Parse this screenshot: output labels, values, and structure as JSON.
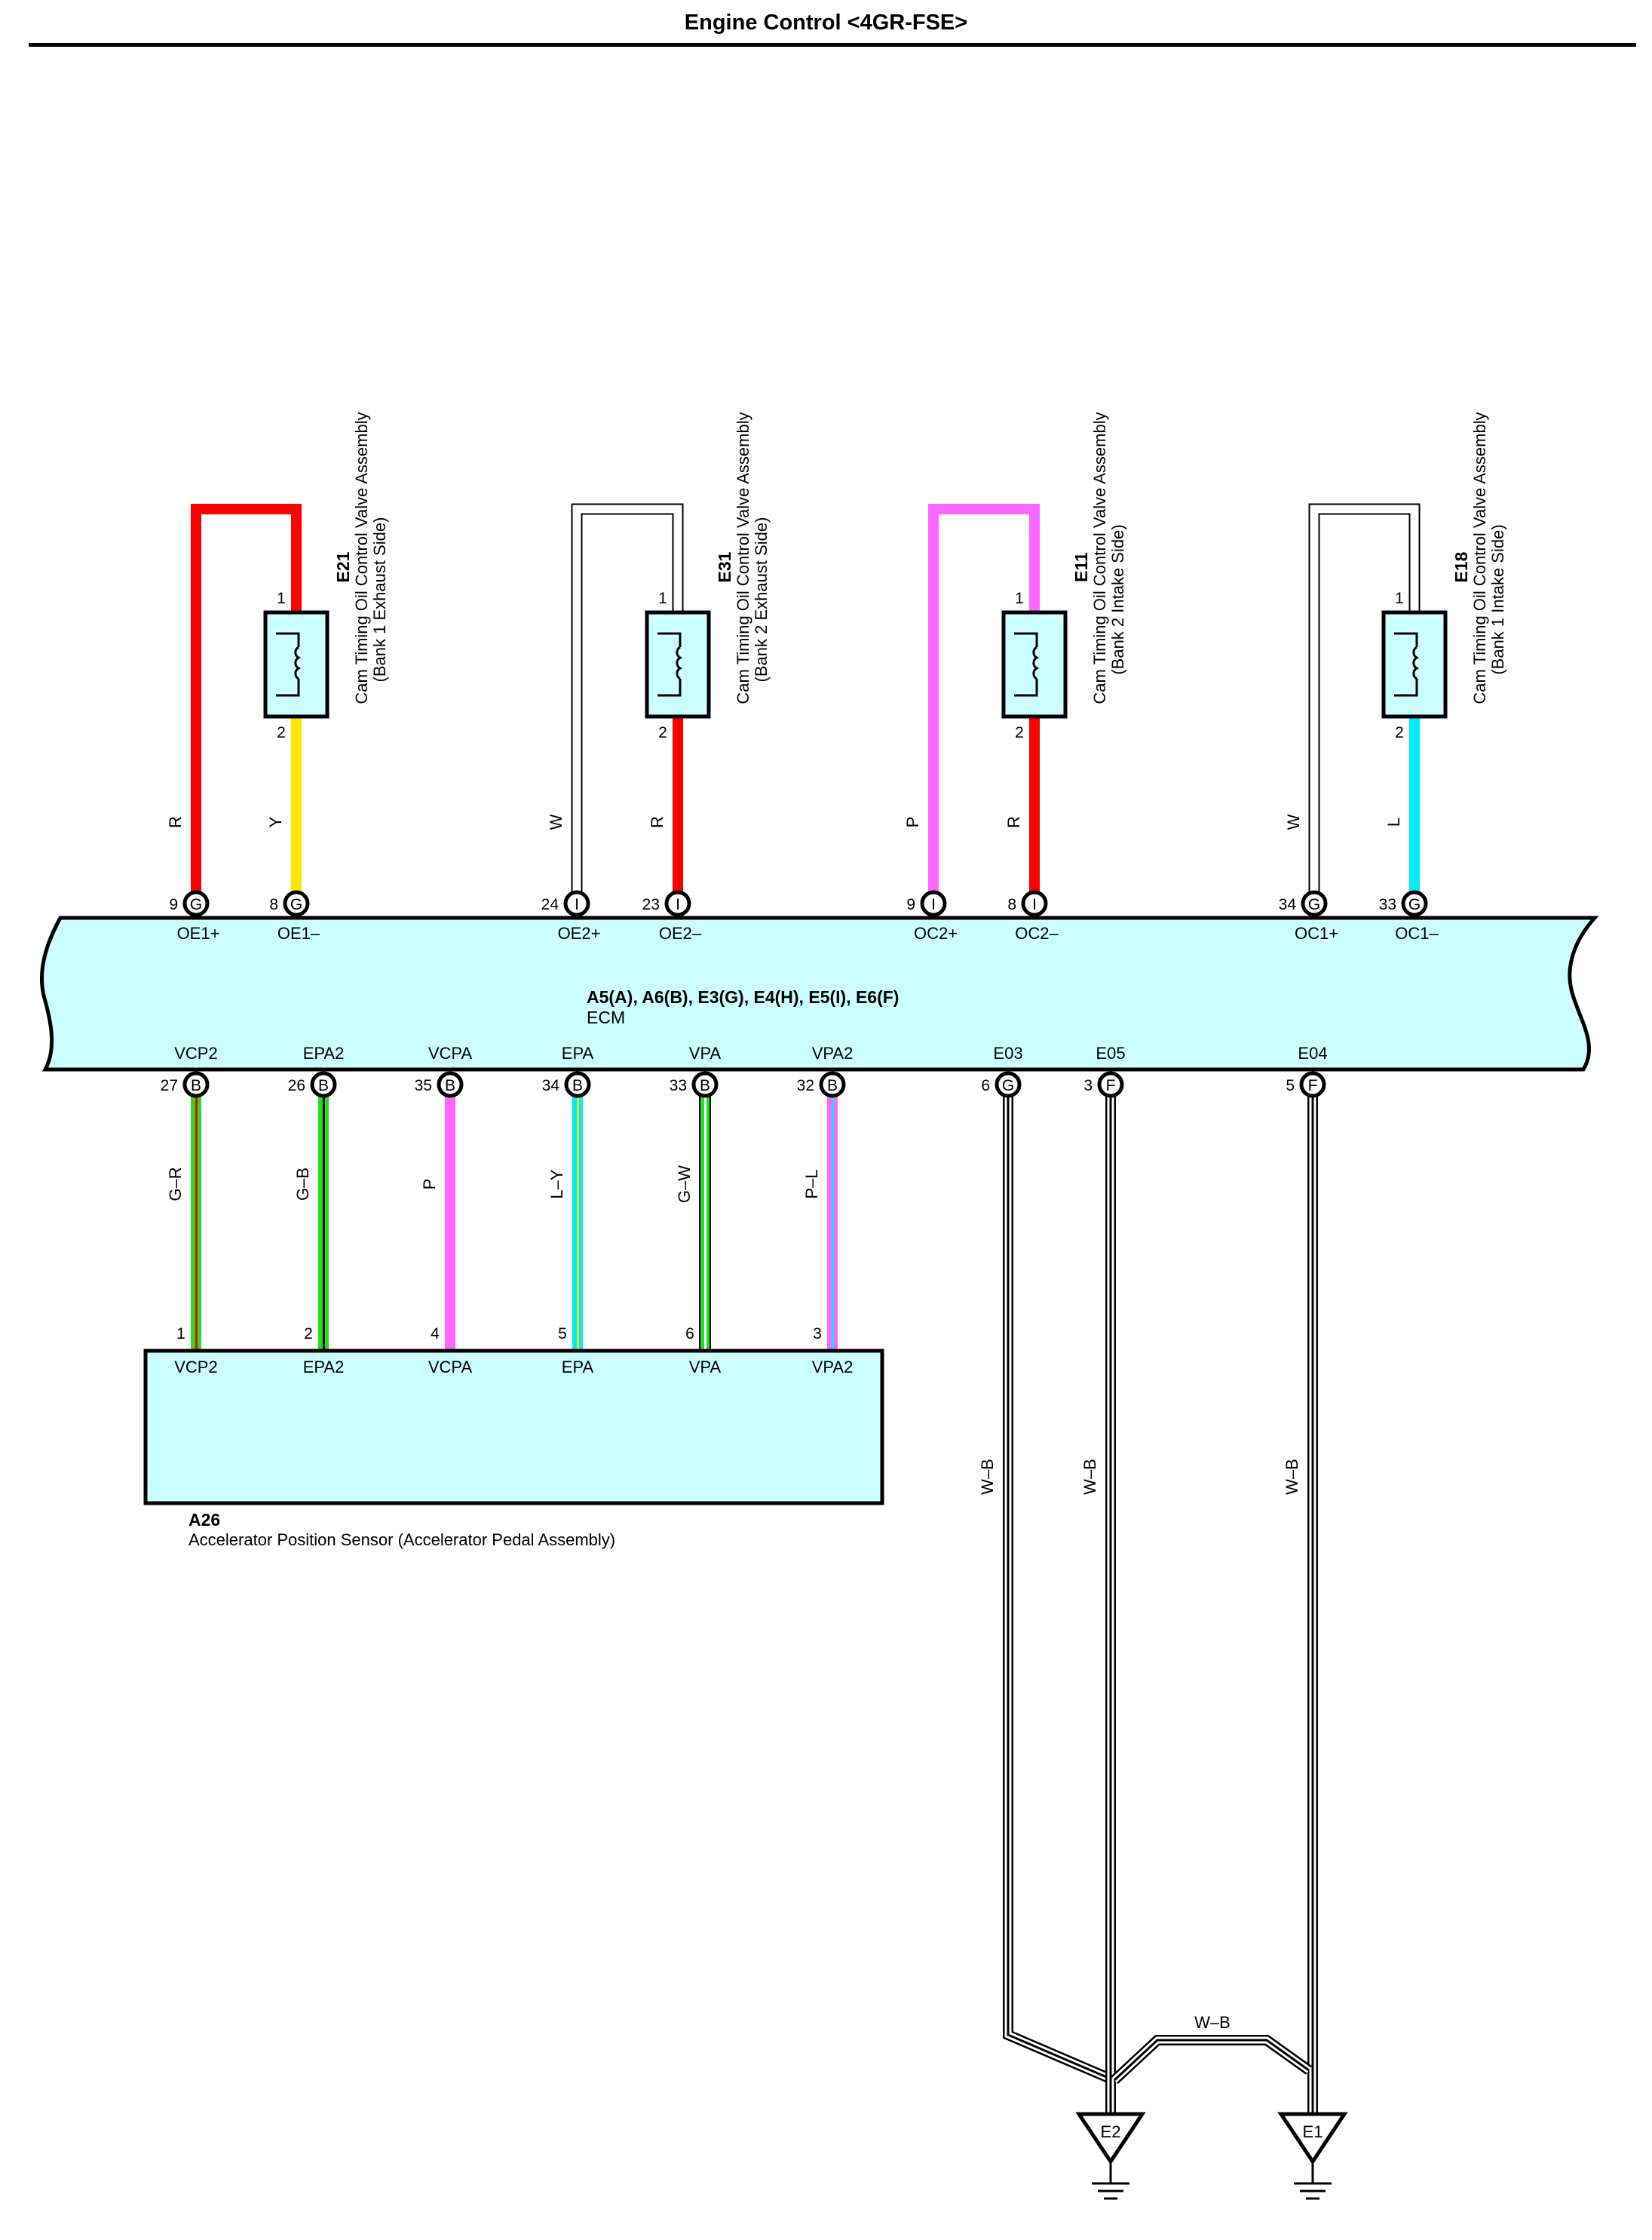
{
  "title": "Engine Control <4GR-FSE>",
  "colors": {
    "R": "#ff0000",
    "Y": "#ffe600",
    "P": "#ff66ff",
    "L": "#00eeff",
    "G": "#22dd22",
    "W": "#ffffff",
    "B": "#000000",
    "box_fill": "#ccffff",
    "outline": "#000000"
  },
  "ecm": {
    "connectors": "A5(A), A6(B), E3(G), E4(H), E5(I), E6(F)",
    "name": "ECM"
  },
  "valves": [
    {
      "id": "E21",
      "name": "Cam Timing Oil Control Valve Assembly",
      "side": "(Bank 1 Exhaust Side)",
      "pin_top": "1",
      "pin_bottom": "2",
      "icon": "solenoid-coil-icon",
      "wire_a": {
        "color_code": "R",
        "ecm_pin": "9",
        "connector": "G",
        "signal": "OE1+"
      },
      "wire_b": {
        "color_code": "Y",
        "ecm_pin": "8",
        "connector": "G",
        "signal": "OE1–"
      }
    },
    {
      "id": "E31",
      "name": "Cam Timing Oil Control Valve Assembly",
      "side": "(Bank 2 Exhaust Side)",
      "pin_top": "1",
      "pin_bottom": "2",
      "icon": "solenoid-coil-icon",
      "wire_a": {
        "color_code": "W",
        "ecm_pin": "24",
        "connector": "I",
        "signal": "OE2+"
      },
      "wire_b": {
        "color_code": "R",
        "ecm_pin": "23",
        "connector": "I",
        "signal": "OE2–"
      }
    },
    {
      "id": "E11",
      "name": "Cam Timing Oil Control Valve Assembly",
      "side": "(Bank 2 Intake Side)",
      "pin_top": "1",
      "pin_bottom": "2",
      "icon": "solenoid-coil-icon",
      "wire_a": {
        "color_code": "P",
        "ecm_pin": "9",
        "connector": "I",
        "signal": "OC2+"
      },
      "wire_b": {
        "color_code": "R",
        "ecm_pin": "8",
        "connector": "I",
        "signal": "OC2–"
      }
    },
    {
      "id": "E18",
      "name": "Cam Timing Oil Control Valve Assembly",
      "side": "(Bank 1 Intake Side)",
      "pin_top": "1",
      "pin_bottom": "2",
      "icon": "solenoid-coil-icon",
      "wire_a": {
        "color_code": "W",
        "ecm_pin": "34",
        "connector": "G",
        "signal": "OC1+"
      },
      "wire_b": {
        "color_code": "L",
        "ecm_pin": "33",
        "connector": "G",
        "signal": "OC1–"
      }
    }
  ],
  "sensor": {
    "id": "A26",
    "name": "Accelerator Position Sensor (Accelerator Pedal Assembly)",
    "wires": [
      {
        "signal": "VCP2",
        "ecm_pin": "27",
        "connector": "B",
        "sensor_pin": "1",
        "color_code": "G–R",
        "colors": [
          "G",
          "R"
        ]
      },
      {
        "signal": "EPA2",
        "ecm_pin": "26",
        "connector": "B",
        "sensor_pin": "2",
        "color_code": "G–B",
        "colors": [
          "G",
          "B"
        ]
      },
      {
        "signal": "VCPA",
        "ecm_pin": "35",
        "connector": "B",
        "sensor_pin": "4",
        "color_code": "P",
        "colors": [
          "P"
        ]
      },
      {
        "signal": "EPA",
        "ecm_pin": "34",
        "connector": "B",
        "sensor_pin": "5",
        "color_code": "L–Y",
        "colors": [
          "L",
          "Y"
        ]
      },
      {
        "signal": "VPA",
        "ecm_pin": "33",
        "connector": "B",
        "sensor_pin": "6",
        "color_code": "G–W",
        "colors": [
          "G",
          "W"
        ]
      },
      {
        "signal": "VPA2",
        "ecm_pin": "32",
        "connector": "B",
        "sensor_pin": "3",
        "color_code": "P–L",
        "colors": [
          "P",
          "L"
        ]
      }
    ]
  },
  "grounds": {
    "wires": [
      {
        "signal": "E03",
        "ecm_pin": "6",
        "connector": "G",
        "color_code": "W–B"
      },
      {
        "signal": "E05",
        "ecm_pin": "3",
        "connector": "F",
        "color_code": "W–B"
      },
      {
        "signal": "E04",
        "ecm_pin": "5",
        "connector": "F",
        "color_code": "W–B"
      }
    ],
    "jumper_color_code": "W–B",
    "points": [
      "E2",
      "E1"
    ],
    "icon": "ground-symbol-icon"
  }
}
